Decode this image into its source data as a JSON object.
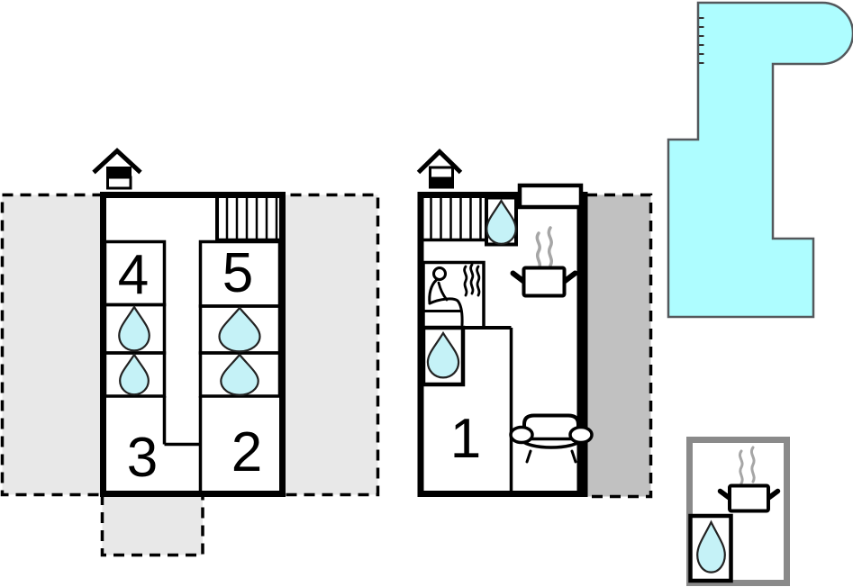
{
  "plan": {
    "rooms": {
      "r1": "1",
      "r2": "2",
      "r3": "3",
      "r4": "4",
      "r5": "5"
    }
  },
  "colors": {
    "water": "#c5f2f7",
    "pool": "#aefdff",
    "pool_outline": "#54585c",
    "terrace_light": "#e8e8e8",
    "terrace_dark": "#c1c1c1",
    "inset_border": "#8a8a8a",
    "steam": "#a6a6a6",
    "wall": "#000000"
  },
  "icons": {
    "chimney": "house-gable-with-flue",
    "stairs": "tread-lines",
    "water_drop": "teardrop",
    "sauna": "seated-person-with-steam",
    "stove": "pot-with-steam",
    "sofa": "sofa-front-view",
    "window": "rectangle-on-wall",
    "pool": "l-shaped-pool",
    "pool_ladder": "tick-marks"
  }
}
